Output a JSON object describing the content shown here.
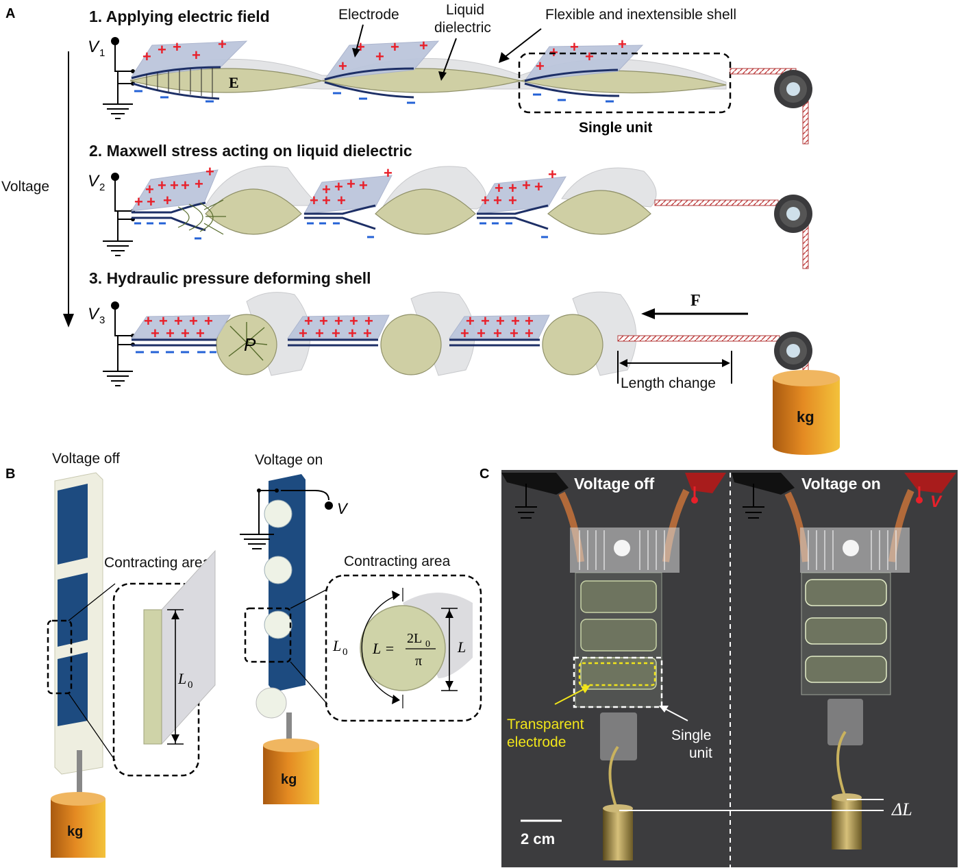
{
  "panels": {
    "A": "A",
    "B": "B",
    "C": "C"
  },
  "panelA": {
    "steps": [
      "1. Applying electric field",
      "2. Maxwell stress acting on liquid dielectric",
      "3. Hydraulic pressure deforming shell"
    ],
    "voltage_axis": "Voltage",
    "v_labels": [
      "V",
      "V",
      "V"
    ],
    "v_subs": [
      "1",
      "2",
      "3"
    ],
    "callouts": {
      "electrode": "Electrode",
      "liquid_line1": "Liquid",
      "liquid_line2": "dielectric",
      "shell": "Flexible and inextensible shell",
      "single_unit": "Single unit",
      "field": "E",
      "pressure": "P",
      "force": "F",
      "length_change": "Length change",
      "weight": "kg"
    }
  },
  "panelB": {
    "voltage_off": "Voltage off",
    "voltage_on": "Voltage on",
    "contracting_area_off": "Contracting area",
    "contracting_area_on": "Contracting area",
    "L0_off": "L",
    "L0_sub": "0",
    "V": "V",
    "L0_on": "L",
    "eq_left": "L =",
    "eq_num": "2L",
    "eq_num_sub": "0",
    "eq_den": "π",
    "L_right": "L",
    "weight_off": "kg",
    "weight_on": "kg"
  },
  "panelC": {
    "voltage_off": "Voltage off",
    "voltage_on": "Voltage on",
    "V": "V",
    "transparent_line1": "Transparent",
    "transparent_line2": "electrode",
    "single_line1": "Single",
    "single_line2": "unit",
    "delta_L": "ΔL",
    "scale": "2 cm"
  },
  "colors": {
    "plus": "#e8202a",
    "minus": "#2462d6",
    "electrode_dark": "#1d3f74",
    "liquid": "#cfcfa4",
    "weight": "#e0891e",
    "photo_bg": "#3c3c3e",
    "highlight_yellow": "#f1e51a"
  }
}
